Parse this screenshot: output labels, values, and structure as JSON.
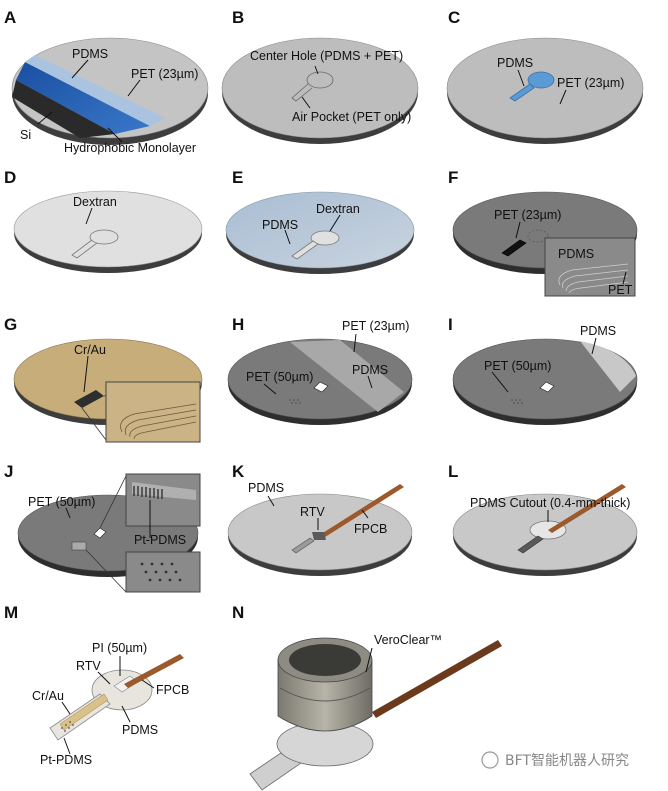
{
  "panels": {
    "A": {
      "letter": "A",
      "labels": [
        "PDMS",
        "PET (23µm)",
        "Si",
        "Hydrophobic Monolayer"
      ]
    },
    "B": {
      "letter": "B",
      "labels": [
        "Center Hole (PDMS + PET)",
        "Air Pocket (PET only)"
      ]
    },
    "C": {
      "letter": "C",
      "labels": [
        "PDMS",
        "PET (23µm)"
      ]
    },
    "D": {
      "letter": "D",
      "labels": [
        "Dextran"
      ]
    },
    "E": {
      "letter": "E",
      "labels": [
        "PDMS",
        "Dextran"
      ]
    },
    "F": {
      "letter": "F",
      "labels": [
        "PET (23µm)",
        "PDMS",
        "PET"
      ]
    },
    "G": {
      "letter": "G",
      "labels": [
        "Cr/Au"
      ]
    },
    "H": {
      "letter": "H",
      "labels": [
        "PET (23µm)",
        "PET (50µm)",
        "PDMS"
      ]
    },
    "I": {
      "letter": "I",
      "labels": [
        "PDMS",
        "PET (50µm)"
      ]
    },
    "J": {
      "letter": "J",
      "labels": [
        "PET (50µm)",
        "Pt-PDMS"
      ]
    },
    "K": {
      "letter": "K",
      "labels": [
        "PDMS",
        "RTV",
        "FPCB"
      ]
    },
    "L": {
      "letter": "L",
      "labels": [
        "PDMS Cutout (0.4-mm-thick)"
      ]
    },
    "M": {
      "letter": "M",
      "labels": [
        "PI (50µm)",
        "RTV",
        "FPCB",
        "Cr/Au",
        "PDMS",
        "Pt-PDMS"
      ]
    },
    "N": {
      "letter": "N",
      "labels": [
        "VeroClear™"
      ]
    }
  },
  "watermark": {
    "text": "BFT智能机器人研究"
  },
  "colors": {
    "wafer": "#b4b4b4",
    "wafer_edge": "#3a3a3a",
    "light": "#dcdcdc",
    "blue": "#5b9bd5",
    "dark": "#7a7a7a",
    "gold": "#c7ad7a",
    "copper": "#9c5a2c"
  }
}
